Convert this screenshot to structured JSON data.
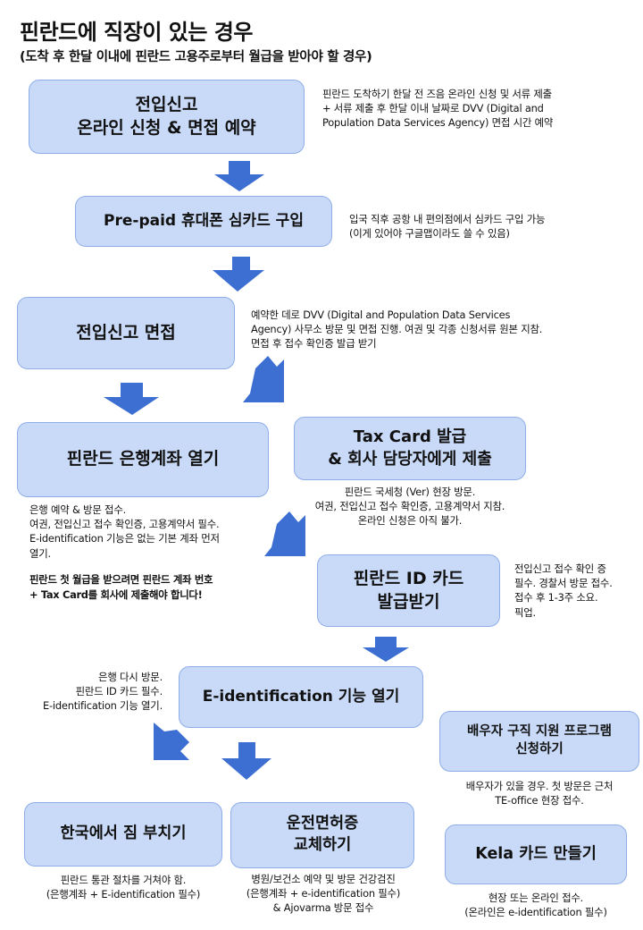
{
  "title": "핀란드에 직장이 있는 경우",
  "subtitle": "(도착 후 한달 이내에 핀란드 고용주로부터 월급을 받아야 할 경우)",
  "steps": {
    "registration": {
      "lines": [
        "전입신고",
        "온라인 신청 & 면접 예약"
      ]
    },
    "simcard": {
      "lines": [
        "Pre-paid 휴대폰 심카드 구입"
      ]
    },
    "interview": {
      "lines": [
        "전입신고 면접"
      ]
    },
    "bank": {
      "lines": [
        "핀란드 은행계좌 열기"
      ]
    },
    "taxcard": {
      "lines": [
        "Tax Card 발급",
        "& 회사 담당자에게 제출"
      ]
    },
    "idcard": {
      "lines": [
        "핀란드 ID 카드",
        "발급받기"
      ]
    },
    "eid": {
      "lines": [
        "E-identification 기능 열기"
      ]
    },
    "spouse": {
      "lines": [
        "배우자 구직 지원 프로그램",
        "신청하기"
      ]
    },
    "shipping": {
      "lines": [
        "한국에서 짐 부치기"
      ]
    },
    "license": {
      "lines": [
        "운전면허증",
        "교체하기"
      ]
    },
    "kela": {
      "lines": [
        "Kela 카드 만들기"
      ]
    }
  },
  "notes": {
    "registration": [
      "핀란드 도착하기 한달 전 즈음 온라인 신청 및 서류 제출",
      "+ 서류 제출 후 한달 이내 날짜로 DVV (Digital and",
      "Population Data Services Agency) 면접 시간 예약"
    ],
    "simcard": [
      "입국 직후 공항 내 편의점에서 심카드 구입 가능",
      "(이게 있어야 구글맵이라도 쓸 수 있음)"
    ],
    "interview": [
      "예약한 데로 DVV (Digital and Population Data Services",
      "Agency) 사무소 방문 및 면접 진행. 여권 및 각종 신청서류 원본 지참.",
      "면접 후 접수 확인증 발급 받기"
    ],
    "bank": [
      "은행 예약 & 방문 접수.",
      "여권, 전입신고 접수 확인증, 고용계약서 필수.",
      "E-identification 기능은 없는 기본 계좌 먼저",
      "열기."
    ],
    "taxcard": [
      "핀란드 국세청 (Ver) 현장 방문.",
      "여권, 전입신고 접수 확인증, 고용계약서 지참.",
      "온라인 신청은 아직 불가."
    ],
    "idcard": [
      "전입신고 접수 확인 증",
      "필수.  경찰서 방문 접수.",
      "접수 후 1-3주 소요.",
      "픽업."
    ],
    "eid": [
      "은행 다시 방문.",
      "핀란드 ID 카드 필수.",
      "E-identification 기능 열기."
    ],
    "spouse": [
      "배우자가 있을 경우. 첫 방문은 근처",
      "TE-office 현장 접수."
    ],
    "shipping": [
      "핀란드 통관 절차를 거쳐야 함.",
      "(은행계좌 + E-identification 필수)"
    ],
    "license": [
      "병원/보건소 예약 및 방문 건강검진",
      "(은행계좌 + e-identification 필수)",
      "& Ajovarma 방문 접수"
    ],
    "kela": [
      "현장 또는 온라인 접수.",
      "(온라인은 e-identification 필수)"
    ]
  },
  "warning": [
    "핀란드 첫 월급을 받으려면 핀란드 계좌 번호",
    "+ Tax Card를 회사에 제출해야 합니다!"
  ],
  "colors": {
    "box_fill": "#c9daf8",
    "box_border": "#8eaee8",
    "arrow": "#3c6fd1"
  }
}
